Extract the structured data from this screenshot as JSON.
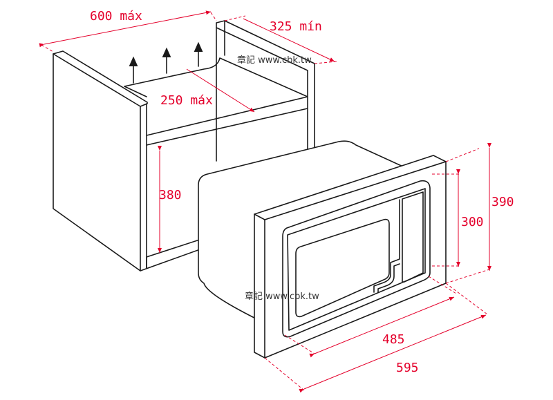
{
  "dimensions": {
    "width_max": "600 máx",
    "depth_min": "325 mín",
    "shelf_depth_max": "250 máx",
    "niche_height": "380",
    "front_height": "300",
    "frame_height": "390",
    "front_width": "485",
    "frame_width": "595"
  },
  "watermark": "章記 www.cbk.tw",
  "colors": {
    "dimension": "#e4002b",
    "line": "#1a1a1a"
  }
}
